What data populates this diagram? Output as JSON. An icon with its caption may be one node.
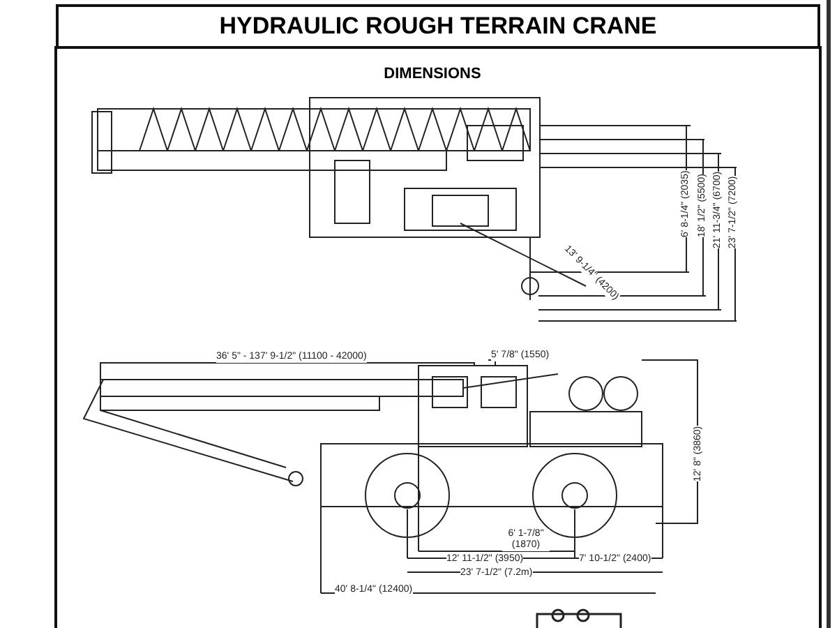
{
  "diagram": {
    "title": "HYDRAULIC ROUGH TERRAIN CRANE",
    "labels": [
      "DIMENSIONS",
      "6' 8-1/4\" (2035)",
      "18' 1/2\" (5500)",
      "21' 11-3/4\" (6700)",
      "23' 7-1/2\" (7200)",
      "13' 9-1/4\" (4200)",
      "36' 5\" - 137' 9-1/2\" (11100 - 42000)",
      "5' 7/8\" (1550)",
      "12' 8\" (3860)",
      "6' 1-7/8\" (1870)",
      "12' 11-1/2\" (3950)",
      "7' 10-1/2\" (2400)",
      "23' 7-1/2\" (7.2m)",
      "40' 8-1/4\" (12400)"
    ]
  }
}
